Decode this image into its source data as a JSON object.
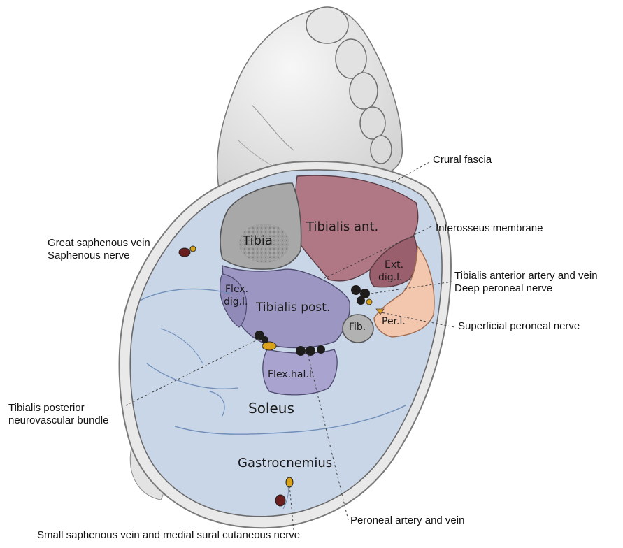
{
  "labels": {
    "crural_fascia": "Crural fascia",
    "interosseus_membrane": "Interosseus membrane",
    "great_saphenous_vein": "Great saphenous vein",
    "saphenous_nerve": "Saphenous nerve",
    "tibialis_anterior_artery_vein": "Tibialis anterior artery and vein",
    "deep_peroneal_nerve": "Deep peroneal nerve",
    "superficial_peroneal_nerve": "Superficial peroneal nerve",
    "tibialis_posterior_nvb_line1": "Tibialis posterior",
    "tibialis_posterior_nvb_line2": "neurovascular bundle",
    "peroneal_artery_vein": "Peroneal artery and vein",
    "small_saphenous": "Small saphenous vein and medial sural cutaneous nerve"
  },
  "structures": {
    "tibia": "Tibia",
    "tibialis_ant": "Tibialis ant.",
    "ext_dig_l_1": "Ext.",
    "ext_dig_l_2": "dig.l.",
    "flex_dig_l_1": "Flex.",
    "flex_dig_l_2": "dig.l.",
    "tibialis_post": "Tibialis post.",
    "fib": "Fib.",
    "per_l": "Per.l.",
    "flex_hal_l": "Flex.hal.l.",
    "soleus": "Soleus",
    "gastrocnemius": "Gastrocnemius"
  },
  "colors": {
    "skin": "#eeeeee",
    "fascia_ring": "#8e8e8e",
    "posterior_muscle": "#c9d6e8",
    "anterior_muscle": "#b07884",
    "lateral_muscle": "#f2c7ae",
    "deep_posterior": "#9b97c2",
    "bone": "#a8a8a8",
    "vessel": "#1f1d1b",
    "nerve": "#d8a21c"
  }
}
